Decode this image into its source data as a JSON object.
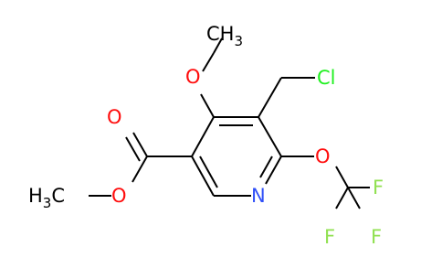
{
  "molecule": {
    "atoms": {
      "methyl_top": {
        "prefix": "CH",
        "sub": "3"
      },
      "methoxy_o": "O",
      "chloro": "Cl",
      "carbonyl_o": "O",
      "ester_o": "O",
      "methyl_left": {
        "prefix": "H",
        "sub": "3",
        "suffix": "C"
      },
      "ring_n": "N",
      "ether_o": "O",
      "f_right": "F",
      "f_bottom_left": "F",
      "f_bottom_right": "F"
    },
    "colors": {
      "bond": "#000000",
      "oxygen": "#ff0d0d",
      "nitrogen": "#3050f8",
      "chlorine": "#1ff01f",
      "fluorine": "#90e050",
      "carbon": "#000000"
    }
  }
}
